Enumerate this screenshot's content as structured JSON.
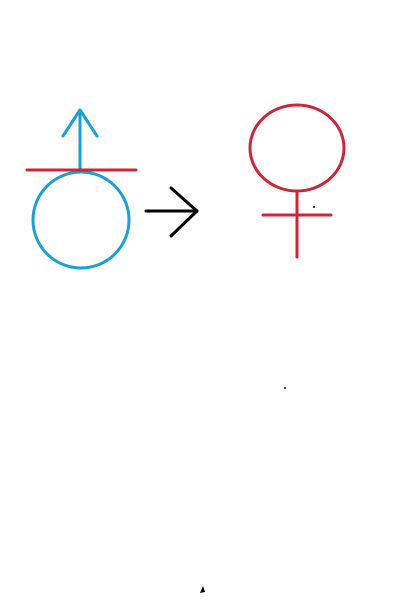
{
  "colors": {
    "background": "#ffffff",
    "male_symbol": "#1e9fd0",
    "female_symbol": "#c8283a",
    "crossbar": "#c8283a",
    "arrow": "#000000",
    "specks": "#000000"
  },
  "elements": {
    "left_symbol": "male-symbol-with-crossbar",
    "transition": "right-arrow",
    "right_symbol": "female-symbol"
  }
}
